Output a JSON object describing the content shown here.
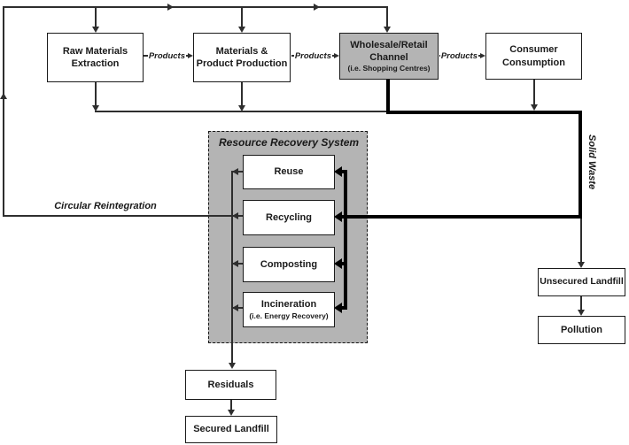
{
  "top_row": {
    "boxes": [
      {
        "line1": "Raw Materials",
        "line2": "Extraction"
      },
      {
        "line1": "Materials &",
        "line2": "Product Production"
      },
      {
        "line1": "Wholesale/Retail",
        "line2": "Channel",
        "sub": "(i.e. Shopping Centres)"
      },
      {
        "line1": "Consumer",
        "line2": "Consumption"
      }
    ],
    "flow_label": "Products"
  },
  "recovery_system": {
    "title": "Resource Recovery System",
    "boxes": [
      {
        "label": "Reuse"
      },
      {
        "label": "Recycling"
      },
      {
        "label": "Composting"
      },
      {
        "label": "Incineration",
        "sub": "(i.e. Energy Recovery)"
      }
    ]
  },
  "flow_labels": {
    "circular_reintegration": "Circular Reintegration",
    "solid_waste": "Solid Waste"
  },
  "disposal": {
    "residuals": "Residuals",
    "secured_landfill": "Secured Landfill",
    "unsecured_landfill": "Unsecured Landfill",
    "pollution": "Pollution"
  },
  "colors": {
    "gray_fill": "#b4b4b4",
    "thin_line": "#2e2e2e",
    "thick_line": "#000000"
  }
}
